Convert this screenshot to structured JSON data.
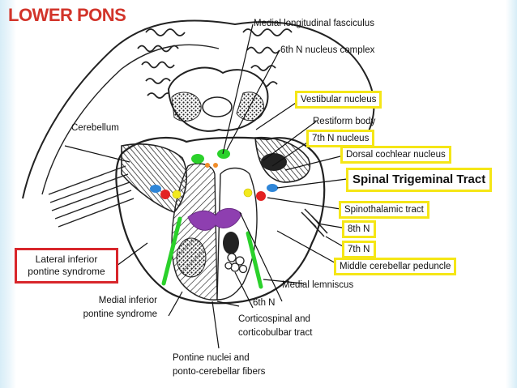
{
  "title": "LOWER PONS",
  "labels": {
    "mlf": "Medial longitudinal fasciculus",
    "sixth_complex": "6th N nucleus complex",
    "vestibular": "Vestibular nucleus",
    "restiform": "Restiform body",
    "seventh_nucleus": "7th N nucleus",
    "dorsal_cochlear": "Dorsal cochlear nucleus",
    "spinal_trigeminal": "Spinal Trigeminal Tract",
    "spinothalamic": "Spinothalamic tract",
    "eighth_n": "8th N",
    "seventh_n": "7th N",
    "middle_cerebellar": "Middle cerebellar peduncle",
    "cerebellum": "Cerebellum",
    "lateral_syndrome_line1": "Lateral inferior",
    "lateral_syndrome_line2": "pontine syndrome",
    "medial_syndrome_line1": "Medial inferior",
    "medial_syndrome_line2": "pontine syndrome",
    "medial_lemniscus": "Medial lemniscus",
    "sixth_n": "6th N",
    "corticospinal_line1": "Corticospinal and",
    "corticospinal_line2": "corticobulbar tract",
    "pontine_nuclei_line1": "Pontine nuclei and",
    "pontine_nuclei_line2": "ponto-cerebellar fibers"
  },
  "colors": {
    "title": "#d2342a",
    "highlight_box": "#f5e616",
    "syndrome_box": "#d8262b",
    "green_tract": "#2bd12b",
    "purple_lemniscus": "#8e3fb0",
    "red_marker": "#e32222",
    "blue_marker": "#2f86d8",
    "yellow_marker": "#f2ea1e",
    "orange_marker": "#f08c28"
  }
}
